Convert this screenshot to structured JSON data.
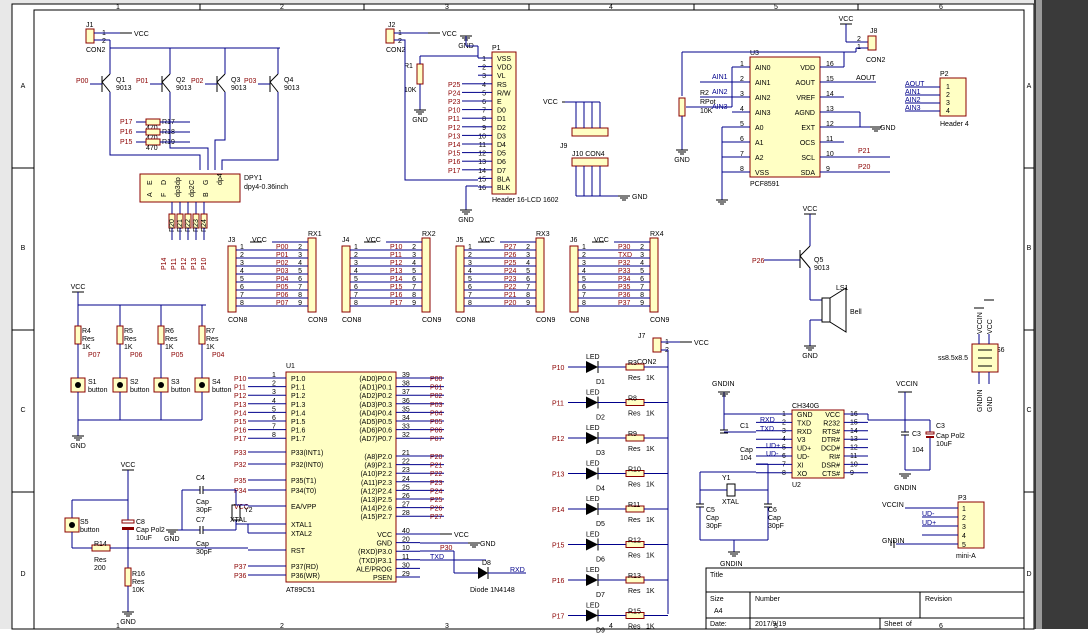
{
  "frame": {
    "col_labels": [
      "1",
      "2",
      "3",
      "4",
      "5",
      "6"
    ],
    "row_labels": [
      "A",
      "B",
      "C",
      "D"
    ]
  },
  "title_block": {
    "title_label": "Title",
    "size_label": "Size",
    "size_value": "A4",
    "number_label": "Number",
    "revision_label": "Revision",
    "date_label": "Date:",
    "date_value": "2017/9/19",
    "sheet_label": "Sheet",
    "sheet_of": "of"
  },
  "power": {
    "vcc": "VCC",
    "gnd": "GND",
    "vccin": "VCCIN",
    "gndin": "GNDIN"
  },
  "connectors": {
    "j1": {
      "ref": "J1",
      "name": "CON2"
    },
    "j2": {
      "ref": "J2",
      "name": "CON2"
    },
    "j7": {
      "ref": "J7",
      "name": "CON2"
    },
    "j8": {
      "ref": "J8",
      "name": "CON2"
    },
    "j9": {
      "ref": "J9",
      "name": ""
    },
    "j10": {
      "ref": "J10",
      "name": "CON4"
    },
    "p1": {
      "ref": "P1",
      "name": "Header 16-LCD 1602",
      "pins": [
        "VSS",
        "VDD",
        "VL",
        "RS",
        "R/W",
        "E",
        "D0",
        "D1",
        "D2",
        "D3",
        "D4",
        "D5",
        "D6",
        "D7",
        "BLA",
        "BLK"
      ],
      "nets": [
        "",
        "",
        "",
        "P25",
        "P24",
        "P23",
        "P10",
        "P11",
        "P12",
        "P13",
        "P14",
        "P15",
        "P16",
        "P17",
        "",
        ""
      ]
    },
    "p2": {
      "ref": "P2",
      "name": "Header 4",
      "nets": [
        "AOUT",
        "AIN1",
        "AIN2",
        "AIN3"
      ]
    },
    "p3": {
      "ref": "P3",
      "name": "mini-A",
      "nets": [
        "VCCIN",
        "UD-",
        "UD+",
        "",
        "GNDIN"
      ]
    }
  },
  "transistors": [
    {
      "ref": "Q1",
      "part": "9013",
      "base": "P00"
    },
    {
      "ref": "Q2",
      "part": "9013",
      "base": "P01"
    },
    {
      "ref": "Q3",
      "part": "9013",
      "base": "P02"
    },
    {
      "ref": "Q4",
      "part": "9013",
      "base": "P03"
    }
  ],
  "display": {
    "ref": "DPY1",
    "part": "dpy4-0.36inch",
    "segs": [
      "E",
      "D",
      "dp",
      "C",
      "G",
      "dp4"
    ],
    "segs2": [
      "A",
      "F",
      "dp3",
      "dp2",
      "B"
    ],
    "res_labels": [
      "R17",
      "R18",
      "R19",
      "R20",
      "R21",
      "R22",
      "R23",
      "R24"
    ],
    "res_value": "470",
    "nets_left": [
      "P17",
      "P16",
      "P15"
    ],
    "nets_bottom": [
      "P14",
      "P11",
      "P12",
      "P13",
      "P10"
    ]
  },
  "rx_blocks": [
    {
      "j": "J3",
      "rx": "RX1",
      "nets": [
        "P00",
        "P01",
        "P02",
        "P03",
        "P04",
        "P05",
        "P06",
        "P07"
      ]
    },
    {
      "j": "J4",
      "rx": "RX2",
      "nets": [
        "P10",
        "P11",
        "P12",
        "P13",
        "P14",
        "P15",
        "P16",
        "P17"
      ]
    },
    {
      "j": "J5",
      "rx": "RX3",
      "nets": [
        "P27",
        "P26",
        "P25",
        "P24",
        "P23",
        "P22",
        "P21",
        "P20"
      ]
    },
    {
      "j": "J6",
      "rx": "RX4",
      "nets": [
        "P30",
        "TXD",
        "P32",
        "P33",
        "P34",
        "P35",
        "P36",
        "P37"
      ]
    }
  ],
  "con8": "CON8",
  "con9": "CON9",
  "buttons": [
    {
      "r": "R4",
      "s": "S1",
      "net": "P07"
    },
    {
      "r": "R5",
      "s": "S2",
      "net": "P06"
    },
    {
      "r": "R6",
      "s": "S3",
      "net": "P05"
    },
    {
      "r": "R7",
      "s": "S4",
      "net": "P04"
    }
  ],
  "btn_labels": {
    "res": "Res",
    "val": "1K",
    "button": "button"
  },
  "mcu": {
    "ref": "U1",
    "part": "AT89C51",
    "left_pins": [
      "P1.0",
      "P1.1",
      "P1.2",
      "P1.3",
      "P1.4",
      "P1.5",
      "P1.6",
      "P1.7"
    ],
    "left_nets": [
      "P10",
      "P11",
      "P12",
      "P13",
      "P14",
      "P15",
      "P16",
      "P17"
    ],
    "left_nums": [
      "1",
      "2",
      "3",
      "4",
      "5",
      "6",
      "7",
      "8"
    ],
    "left2_pins": [
      "P33(INT1)",
      "P32(INT0)",
      "P35(T1)",
      "P34(T0)",
      "EA/VPP",
      "XTAL1",
      "XTAL2",
      "RST",
      "P37(RD)",
      "P36(WR)"
    ],
    "left2_nets": [
      "P33",
      "P32",
      "P35",
      "P34",
      "VCC",
      "",
      "",
      "",
      "P37",
      "P36"
    ],
    "right_pins": [
      "(AD0)P0.0",
      "(AD1)P0.1",
      "(AD2)P0.2",
      "(AD3)P0.3",
      "(AD4)P0.4",
      "(AD5)P0.5",
      "(AD6)P0.6",
      "(AD7)P0.7"
    ],
    "right_nets": [
      "P00",
      "P01",
      "P02",
      "P03",
      "P04",
      "P05",
      "P06",
      "P07"
    ],
    "right_nums": [
      "39",
      "38",
      "37",
      "36",
      "35",
      "34",
      "33",
      "32"
    ],
    "right2_pins": [
      "(A8)P2.0",
      "(A9)P2.1",
      "(A10)P2.2",
      "(A11)P2.3",
      "(A12)P2.4",
      "(A13)P2.5",
      "(A14)P2.6",
      "(A15)P2.7"
    ],
    "right2_nets": [
      "P20",
      "P21",
      "P22",
      "P23",
      "P24",
      "P25",
      "P26",
      "P27"
    ],
    "right2_nums": [
      "21",
      "22",
      "23",
      "24",
      "25",
      "26",
      "27",
      "28"
    ],
    "right3_pins": [
      "VCC",
      "GND",
      "(RXD)P3.0",
      "(TXD)P3.1",
      "ALE/PROG",
      "PSEN"
    ],
    "right3_nets": [
      "VCC",
      "GND",
      "P30",
      "TXD",
      "",
      ""
    ],
    "right3_nums": [
      "40",
      "20",
      "10",
      "11",
      "30",
      "29"
    ]
  },
  "reset": {
    "s5": "S5",
    "s5b": "button",
    "c8": "C8",
    "c8v": "Cap Pol2",
    "c8u": "10uF",
    "r14": "R14",
    "r14r": "Res",
    "r14v": "200",
    "r16": "R16",
    "r16r": "Res",
    "r16v": "10K"
  },
  "xtal": {
    "c4": "C4",
    "c7": "C7",
    "cap": "Cap",
    "cval": "30pF",
    "y": "Y2",
    "xt": "XTAL"
  },
  "diode": {
    "ref": "D8",
    "part": "Diode 1N4148",
    "net": "RXD",
    "in": "P30"
  },
  "leds": [
    {
      "net": "P10",
      "d": "D1",
      "r": "R3"
    },
    {
      "net": "P11",
      "d": "D2",
      "r": "R8"
    },
    {
      "net": "P12",
      "d": "D3",
      "r": "R9"
    },
    {
      "net": "P13",
      "d": "D4",
      "r": "R10"
    },
    {
      "net": "P14",
      "d": "D5",
      "r": "R11"
    },
    {
      "net": "P15",
      "d": "D6",
      "r": "R12"
    },
    {
      "net": "P16",
      "d": "D7",
      "r": "R13"
    },
    {
      "net": "P17",
      "d": "D9",
      "r": "R15"
    }
  ],
  "led_labels": {
    "led": "LED",
    "res": "Res",
    "val": "1K"
  },
  "adc": {
    "ref": "U3",
    "part": "PCF8591",
    "left": [
      "AIN0",
      "AIN1",
      "AIN2",
      "AIN3",
      "A0",
      "A1",
      "A2",
      "VSS"
    ],
    "left_nums": [
      "1",
      "2",
      "3",
      "4",
      "5",
      "6",
      "7",
      "8"
    ],
    "right": [
      "VDD",
      "AOUT",
      "VREF",
      "AGND",
      "EXT",
      "OCS",
      "SCL",
      "SDA"
    ],
    "right_nums": [
      "16",
      "15",
      "14",
      "13",
      "12",
      "11",
      "10",
      "9"
    ],
    "nets_left": [
      "AIN1",
      "AIN2",
      "AIN3"
    ],
    "nets_right": [
      "AOUT",
      "P21",
      "P20"
    ],
    "r2": "R2",
    "r2n": "RPot",
    "r2v": "10K"
  },
  "lcd_pot": {
    "ref": "R1",
    "val": "10K"
  },
  "bell": {
    "q": "Q5",
    "qp": "9013",
    "net": "P26",
    "ls": "LS1",
    "name": "Bell"
  },
  "ch340": {
    "ref": "U2",
    "part": "CH340G",
    "left": [
      "GND",
      "TXD",
      "RXD",
      "V3",
      "UD+",
      "UD-",
      "XI",
      "XO"
    ],
    "left_nums": [
      "1",
      "2",
      "3",
      "4",
      "5",
      "6",
      "7",
      "8"
    ],
    "right": [
      "VCC",
      "R232",
      "RTS#",
      "DTR#",
      "DCD#",
      "RI#",
      "DSR#",
      "CTS#"
    ],
    "right_nums": [
      "16",
      "15",
      "14",
      "13",
      "12",
      "11",
      "10",
      "9"
    ],
    "nets_left": [
      "RXD",
      "TXD",
      "UD+",
      "UD-"
    ],
    "c1": "C1",
    "c1v": "104",
    "c3": "C3",
    "c3n": "Cap Pol2",
    "c3u": "10uF",
    "c3v": "104",
    "y1": "Y1",
    "xt": "XTAL",
    "c5": "C5",
    "c6": "C6",
    "cap": "Cap",
    "cval": "30pF"
  },
  "switch": {
    "ref": "S6",
    "name": "ss8.5x8.5"
  }
}
